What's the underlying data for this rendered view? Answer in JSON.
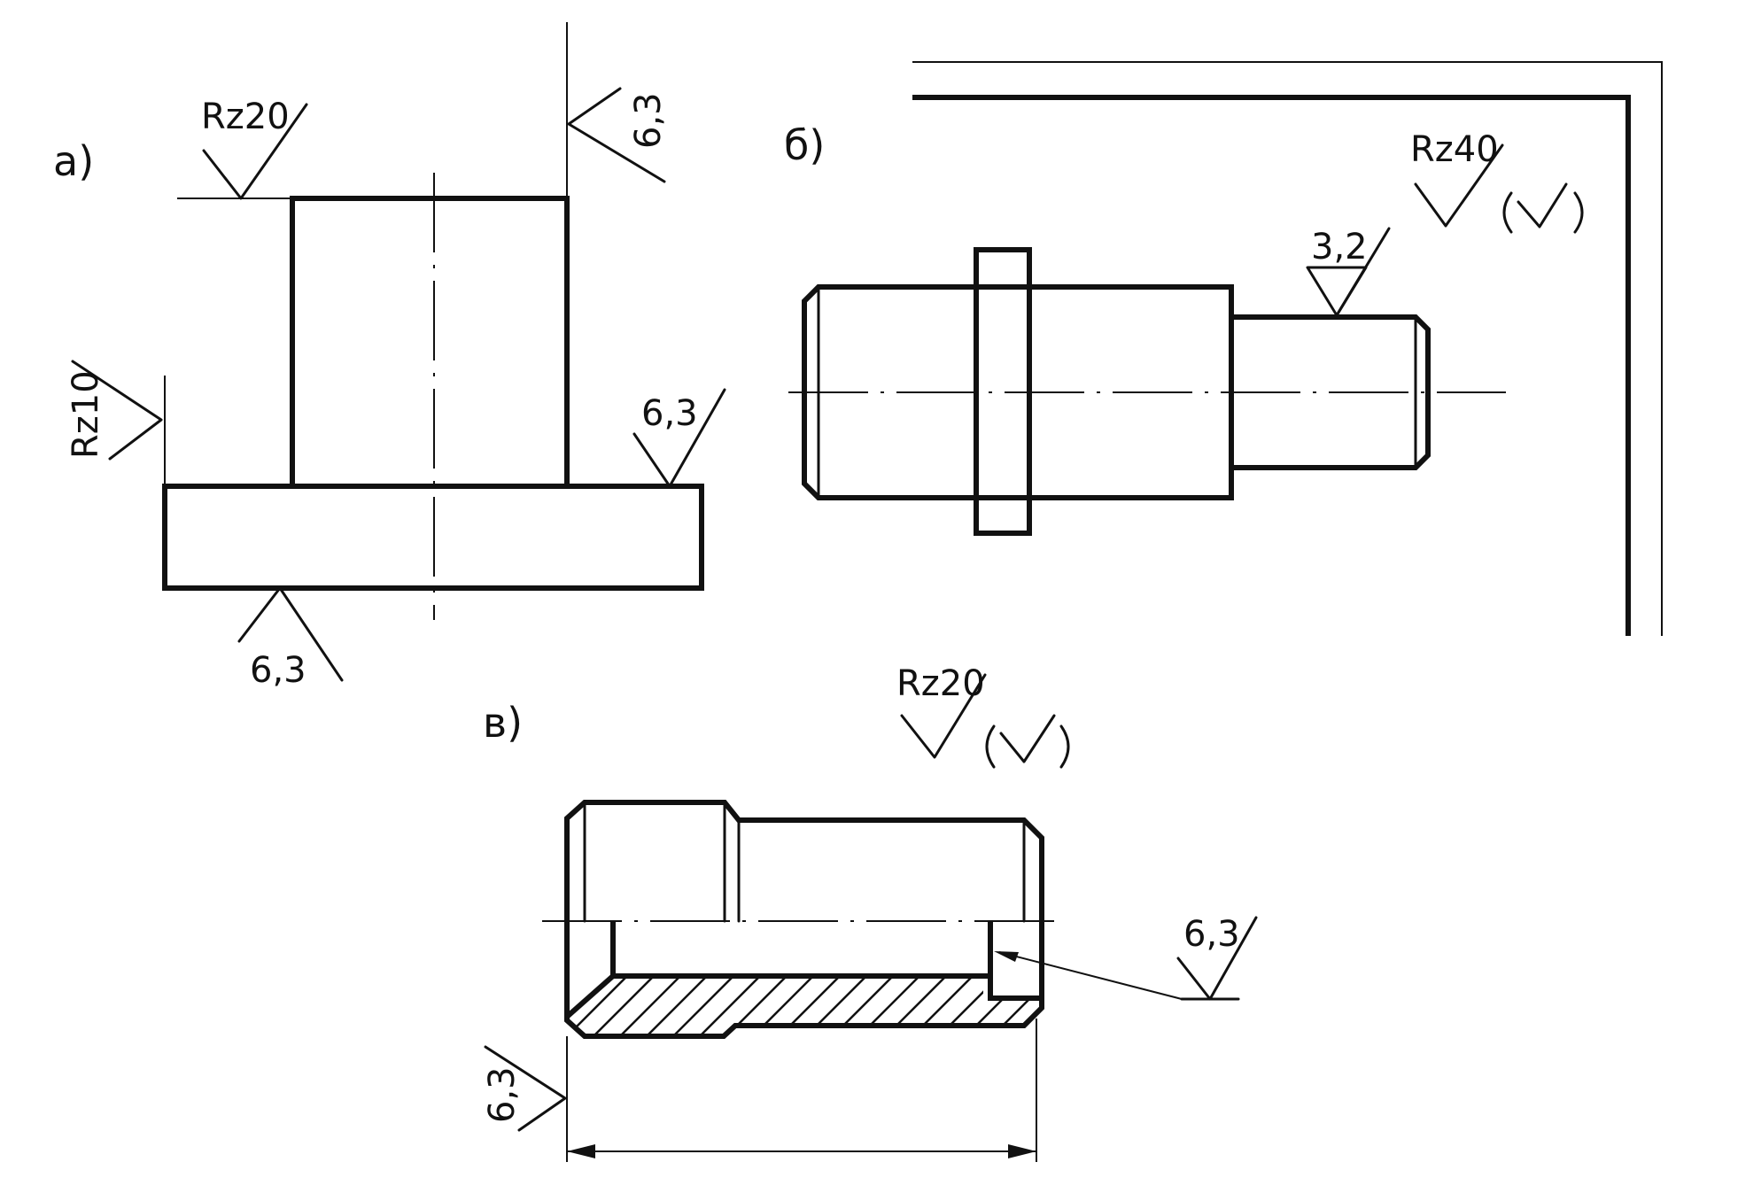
{
  "views": {
    "a": {
      "label": "а)",
      "roughness": {
        "top": "Rz20",
        "right": "6,3",
        "left": "Rz10",
        "flange": "6,3",
        "bottom": "6,3"
      }
    },
    "b": {
      "label": "б)",
      "roughness": {
        "general": "Rz40",
        "general_paren": "(√)",
        "step": "3,2"
      }
    },
    "c": {
      "label": "в)",
      "roughness": {
        "general": "Rz20",
        "general_paren": "(√)",
        "bore": "6,3",
        "end_face": "6,3"
      }
    }
  }
}
